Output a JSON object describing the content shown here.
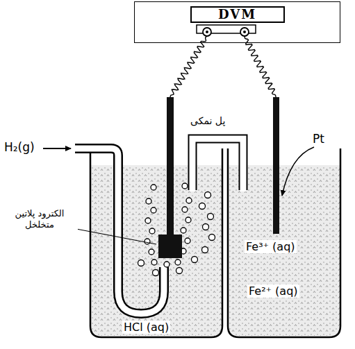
{
  "diagram": {
    "nodes": [
      {
        "text": [
          "DVM"
        ]
      }
    ],
    "labels": [
      "H₂(g)",
      "پل نمکی",
      "Pt",
      "الکترود پلاتین متخلخل",
      "Fe³⁺ (aq)",
      "Fe²⁺ (aq)",
      "HCl (aq)"
    ]
  }
}
